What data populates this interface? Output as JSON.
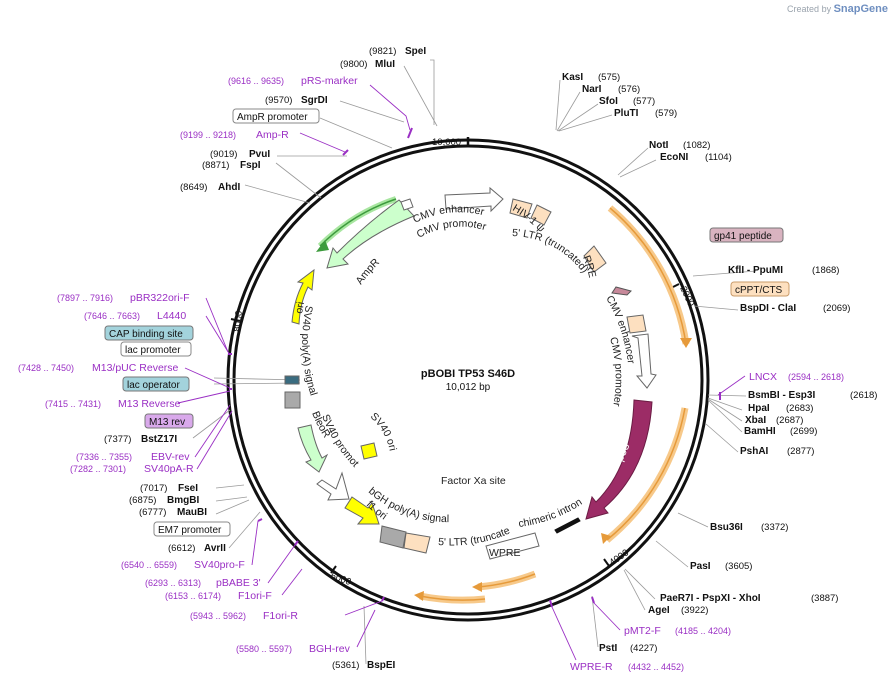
{
  "brand": {
    "prefix": "Created by",
    "name": "SnapGene"
  },
  "plasmid": {
    "name": "pBOBI TP53 S46D",
    "length": "10,012 bp"
  },
  "ticks": [
    "2000",
    "4000",
    "6000",
    "8000",
    "10,000"
  ],
  "enzymes": [
    {
      "name": "SpeI",
      "num": "(9821)"
    },
    {
      "name": "MluI",
      "num": "(9800)"
    },
    {
      "name": "SgrDI",
      "num": "(9570)"
    },
    {
      "name": "PvuI",
      "num": "(9019)"
    },
    {
      "name": "FspI",
      "num": "(8871)"
    },
    {
      "name": "AhdI",
      "num": "(8649)"
    },
    {
      "name": "KasI",
      "num": "(575)"
    },
    {
      "name": "NarI",
      "num": "(576)"
    },
    {
      "name": "SfoI",
      "num": "(577)"
    },
    {
      "name": "PluTI",
      "num": "(579)"
    },
    {
      "name": "NotI",
      "num": "(1082)"
    },
    {
      "name": "EcoNI",
      "num": "(1104)"
    },
    {
      "name": "KflI - PpuMI",
      "num": "(1868)"
    },
    {
      "name": "BspDI - ClaI",
      "num": "(2069)"
    },
    {
      "name": "BsmBI - Esp3I",
      "num": "(2618)"
    },
    {
      "name": "HpaI",
      "num": "(2683)"
    },
    {
      "name": "XbaI",
      "num": "(2687)"
    },
    {
      "name": "BamHI",
      "num": "(2699)"
    },
    {
      "name": "PshAI",
      "num": "(2877)"
    },
    {
      "name": "Bsu36I",
      "num": "(3372)"
    },
    {
      "name": "PasI",
      "num": "(3605)"
    },
    {
      "name": "PaeR7I - PspXI - XhoI",
      "num": "(3887)"
    },
    {
      "name": "AgeI",
      "num": "(3922)"
    },
    {
      "name": "PstI",
      "num": "(4227)"
    },
    {
      "name": "BspEI",
      "num": "(5361)"
    },
    {
      "name": "AvrII",
      "num": "(6612)"
    },
    {
      "name": "MauBI",
      "num": "(6777)"
    },
    {
      "name": "BmgBI",
      "num": "(6875)"
    },
    {
      "name": "FseI",
      "num": "(7017)"
    },
    {
      "name": "BstZ17I",
      "num": "(7377)"
    }
  ],
  "primers": [
    {
      "name": "pRS-marker",
      "num": "(9616 .. 9635)"
    },
    {
      "name": "Amp-R",
      "num": "(9199 .. 9218)"
    },
    {
      "name": "pBR322ori-F",
      "num": "(7897 .. 7916)"
    },
    {
      "name": "L4440",
      "num": "(7646 .. 7663)"
    },
    {
      "name": "M13/pUC Reverse",
      "num": "(7428 .. 7450)"
    },
    {
      "name": "M13 Reverse",
      "num": "(7415 .. 7431)"
    },
    {
      "name": "EBV-rev",
      "num": "(7336 .. 7355)"
    },
    {
      "name": "SV40pA-R",
      "num": "(7282 .. 7301)"
    },
    {
      "name": "SV40pro-F",
      "num": "(6540 .. 6559)"
    },
    {
      "name": "pBABE 3'",
      "num": "(6293 .. 6313)"
    },
    {
      "name": "F1ori-F",
      "num": "(6153 .. 6174)"
    },
    {
      "name": "F1ori-R",
      "num": "(5943 .. 5962)"
    },
    {
      "name": "BGH-rev",
      "num": "(5580 .. 5597)"
    },
    {
      "name": "LNCX",
      "num": "(2594 .. 2618)"
    },
    {
      "name": "pMT2-F",
      "num": "(4185 .. 4204)"
    },
    {
      "name": "WPRE-R",
      "num": "(4432 .. 4452)"
    }
  ],
  "boxed_features": [
    {
      "name": "AmpR promoter",
      "style": "white"
    },
    {
      "name": "CAP binding site",
      "style": "teal"
    },
    {
      "name": "lac promoter",
      "style": "white"
    },
    {
      "name": "lac operator",
      "style": "teal"
    },
    {
      "name": "M13 rev",
      "style": "violet"
    },
    {
      "name": "EM7 promoter",
      "style": "white"
    },
    {
      "name": "gp41 peptide",
      "style": "pink"
    },
    {
      "name": "cPPT/CTS",
      "style": "orange"
    }
  ],
  "features": [
    {
      "name": "CMV enhancer",
      "color": "#ffffff"
    },
    {
      "name": "CMV promoter",
      "color": "#ffffff"
    },
    {
      "name": "HIV-1 ψ",
      "color": "#fde0c0"
    },
    {
      "name": "5' LTR (truncated)",
      "color": "#fde0c0"
    },
    {
      "name": "RRE",
      "color": "#fde0c0"
    },
    {
      "name": "CMV enhancer",
      "color": "#ffffff"
    },
    {
      "name": "CMV promoter",
      "color": "#ffffff"
    },
    {
      "name": "p53",
      "color": "#9c2c66"
    },
    {
      "name": "chimeric intron",
      "color": "#111111"
    },
    {
      "name": "Factor Xa site",
      "color": "#111111"
    },
    {
      "name": "WPRE",
      "color": "#ffffff"
    },
    {
      "name": "5' LTR (truncated)",
      "color": "#fde0c0"
    },
    {
      "name": "bGH poly(A) signal",
      "color": "#a9a9a9"
    },
    {
      "name": "f1 ori",
      "color": "#ffff00"
    },
    {
      "name": "SV40 ori",
      "color": "#ffff00"
    },
    {
      "name": "SV40 promoter",
      "color": "#ffffff"
    },
    {
      "name": "BleoR",
      "color": "#ccffcc"
    },
    {
      "name": "SV40 poly(A) signal",
      "color": "#a9a9a9"
    },
    {
      "name": "ori",
      "color": "#ffff00"
    },
    {
      "name": "AmpR",
      "color": "#ccffcc"
    }
  ],
  "colors": {
    "primer": "#9a2fc4",
    "enzyme": "#111111",
    "orange_orf": "#e69a3a",
    "green_orf": "#3d9b3d"
  }
}
